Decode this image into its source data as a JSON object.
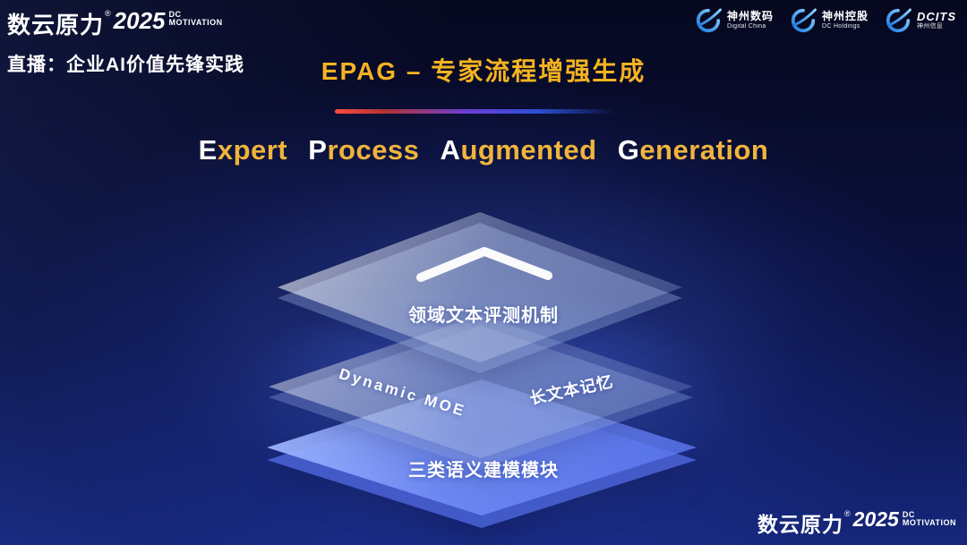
{
  "brand": {
    "name": "数云原力",
    "reg": "®",
    "year": "2025",
    "dc": "DC",
    "motivation": "MOTIVATION"
  },
  "header": {
    "live_label": "直播：企业AI价值先锋实践",
    "title": "EPAG – 专家流程增强生成"
  },
  "logos": [
    {
      "name": "神州数码",
      "sub": "Digital China"
    },
    {
      "name": "神州控股",
      "sub": "DC Holdings"
    },
    {
      "name": "DCITS",
      "sub": "神州信息"
    }
  ],
  "subtitle": {
    "words": [
      {
        "initial": "E",
        "rest": "xpert"
      },
      {
        "initial": "P",
        "rest": "rocess"
      },
      {
        "initial": "A",
        "rest": "ugmented"
      },
      {
        "initial": "G",
        "rest": "eneration"
      }
    ]
  },
  "diagram": {
    "top_layer_label": "领域文本评测机制",
    "middle_layer_left_label": "Dynamic  MOE",
    "middle_layer_right_label": "长文本记忆",
    "bottom_layer_label": "三类语义建模模块"
  },
  "colors": {
    "title_gold": "#f5b321",
    "subtitle_gold": "#f0b43c",
    "background_navy": "#070b26",
    "glow_blue": "#2c52d8",
    "bottom_layer_blue": "#5b7df0",
    "logo_blue": "#35a8ff"
  }
}
